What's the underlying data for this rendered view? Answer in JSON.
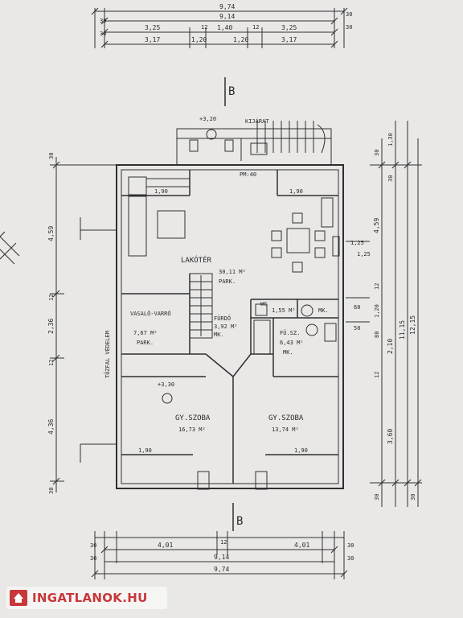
{
  "section_marks": {
    "top": "B",
    "bottom": "B"
  },
  "top_dims": {
    "overall": "9,74",
    "inner": "9,14",
    "row3": [
      "3,25",
      "1,40",
      "3,25"
    ],
    "row4": [
      "3,17",
      "1,20",
      "1,20",
      "3,17"
    ],
    "small_marks": [
      "30",
      "30",
      "12",
      "12",
      "30",
      "30"
    ]
  },
  "bottom_dims": {
    "row1": [
      "4,01",
      "4,01"
    ],
    "inner": "9,14",
    "overall": "9,74",
    "marks": [
      "30",
      "30",
      "30",
      "30",
      "12"
    ]
  },
  "left_dims": [
    "30",
    "4,59",
    "12",
    "2,36",
    "12",
    "4,36",
    "30"
  ],
  "right_dims": [
    "30",
    "1,30",
    "30",
    "4,59",
    "1,25",
    "60",
    "12",
    "50",
    "2,10",
    "1,20",
    "80",
    "12",
    "3,60",
    "30",
    "11,15",
    "12,15",
    "30"
  ],
  "level_marks": [
    "+3,20",
    "+3,30"
  ],
  "stair_label": "KIJÁRAT",
  "tag_label": "PM:40",
  "wall_label": "TŰZFAL VÉDELEM",
  "dims_misc": [
    "1,90",
    "1,90",
    "1,90",
    "1,90",
    "1,25"
  ],
  "rooms": [
    {
      "name": "LAKÓTÉR",
      "area": "30,11 M²",
      "floor": "PARK."
    },
    {
      "name": "VASALÓ-VARRÓ",
      "area": "7,67 M²",
      "floor": "PARK."
    },
    {
      "name": "WC",
      "area": "1,55 M²",
      "floor": "MK."
    },
    {
      "name": "FÜRDŐ",
      "area": "3,92 M²",
      "floor": "MK."
    },
    {
      "name": "FÜ.SZ.",
      "area": "6,43 M²",
      "floor": "MK."
    },
    {
      "name": "GY.SZOBA",
      "area": "16,73 M²",
      "floor": ""
    },
    {
      "name": "GY.SZOBA",
      "area": "13,74 M²",
      "floor": ""
    }
  ],
  "watermark": {
    "text": "INGATLANOK.HU"
  },
  "colors": {
    "paper": "#e9e8e6",
    "ink": "#2a2a2c",
    "brand": "#c8373a"
  }
}
